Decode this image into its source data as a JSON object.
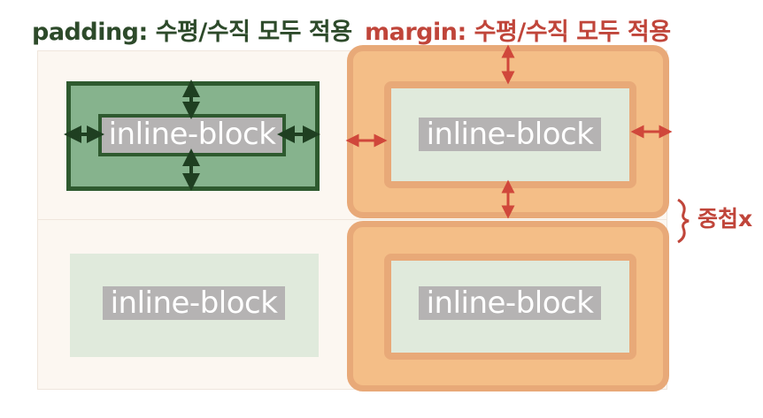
{
  "titles": {
    "padding": "padding: 수평/수직 모두 적용",
    "margin": "margin: 수평/수직 모두 적용"
  },
  "boxes": {
    "padding_demo": "inline-block",
    "margin_demo_top": "inline-block",
    "plain_bottom": "inline-block",
    "margin_demo_bottom": "inline-block"
  },
  "annotation": {
    "overlap": "중첩x"
  },
  "colors": {
    "padding_dark": "#2e5a2f",
    "padding_fill": "#86b38d",
    "margin_red": "#c0453a",
    "margin_fill": "#f4be87",
    "content_fill": "#e0eadc",
    "text_bg": "#b5b3b3"
  }
}
